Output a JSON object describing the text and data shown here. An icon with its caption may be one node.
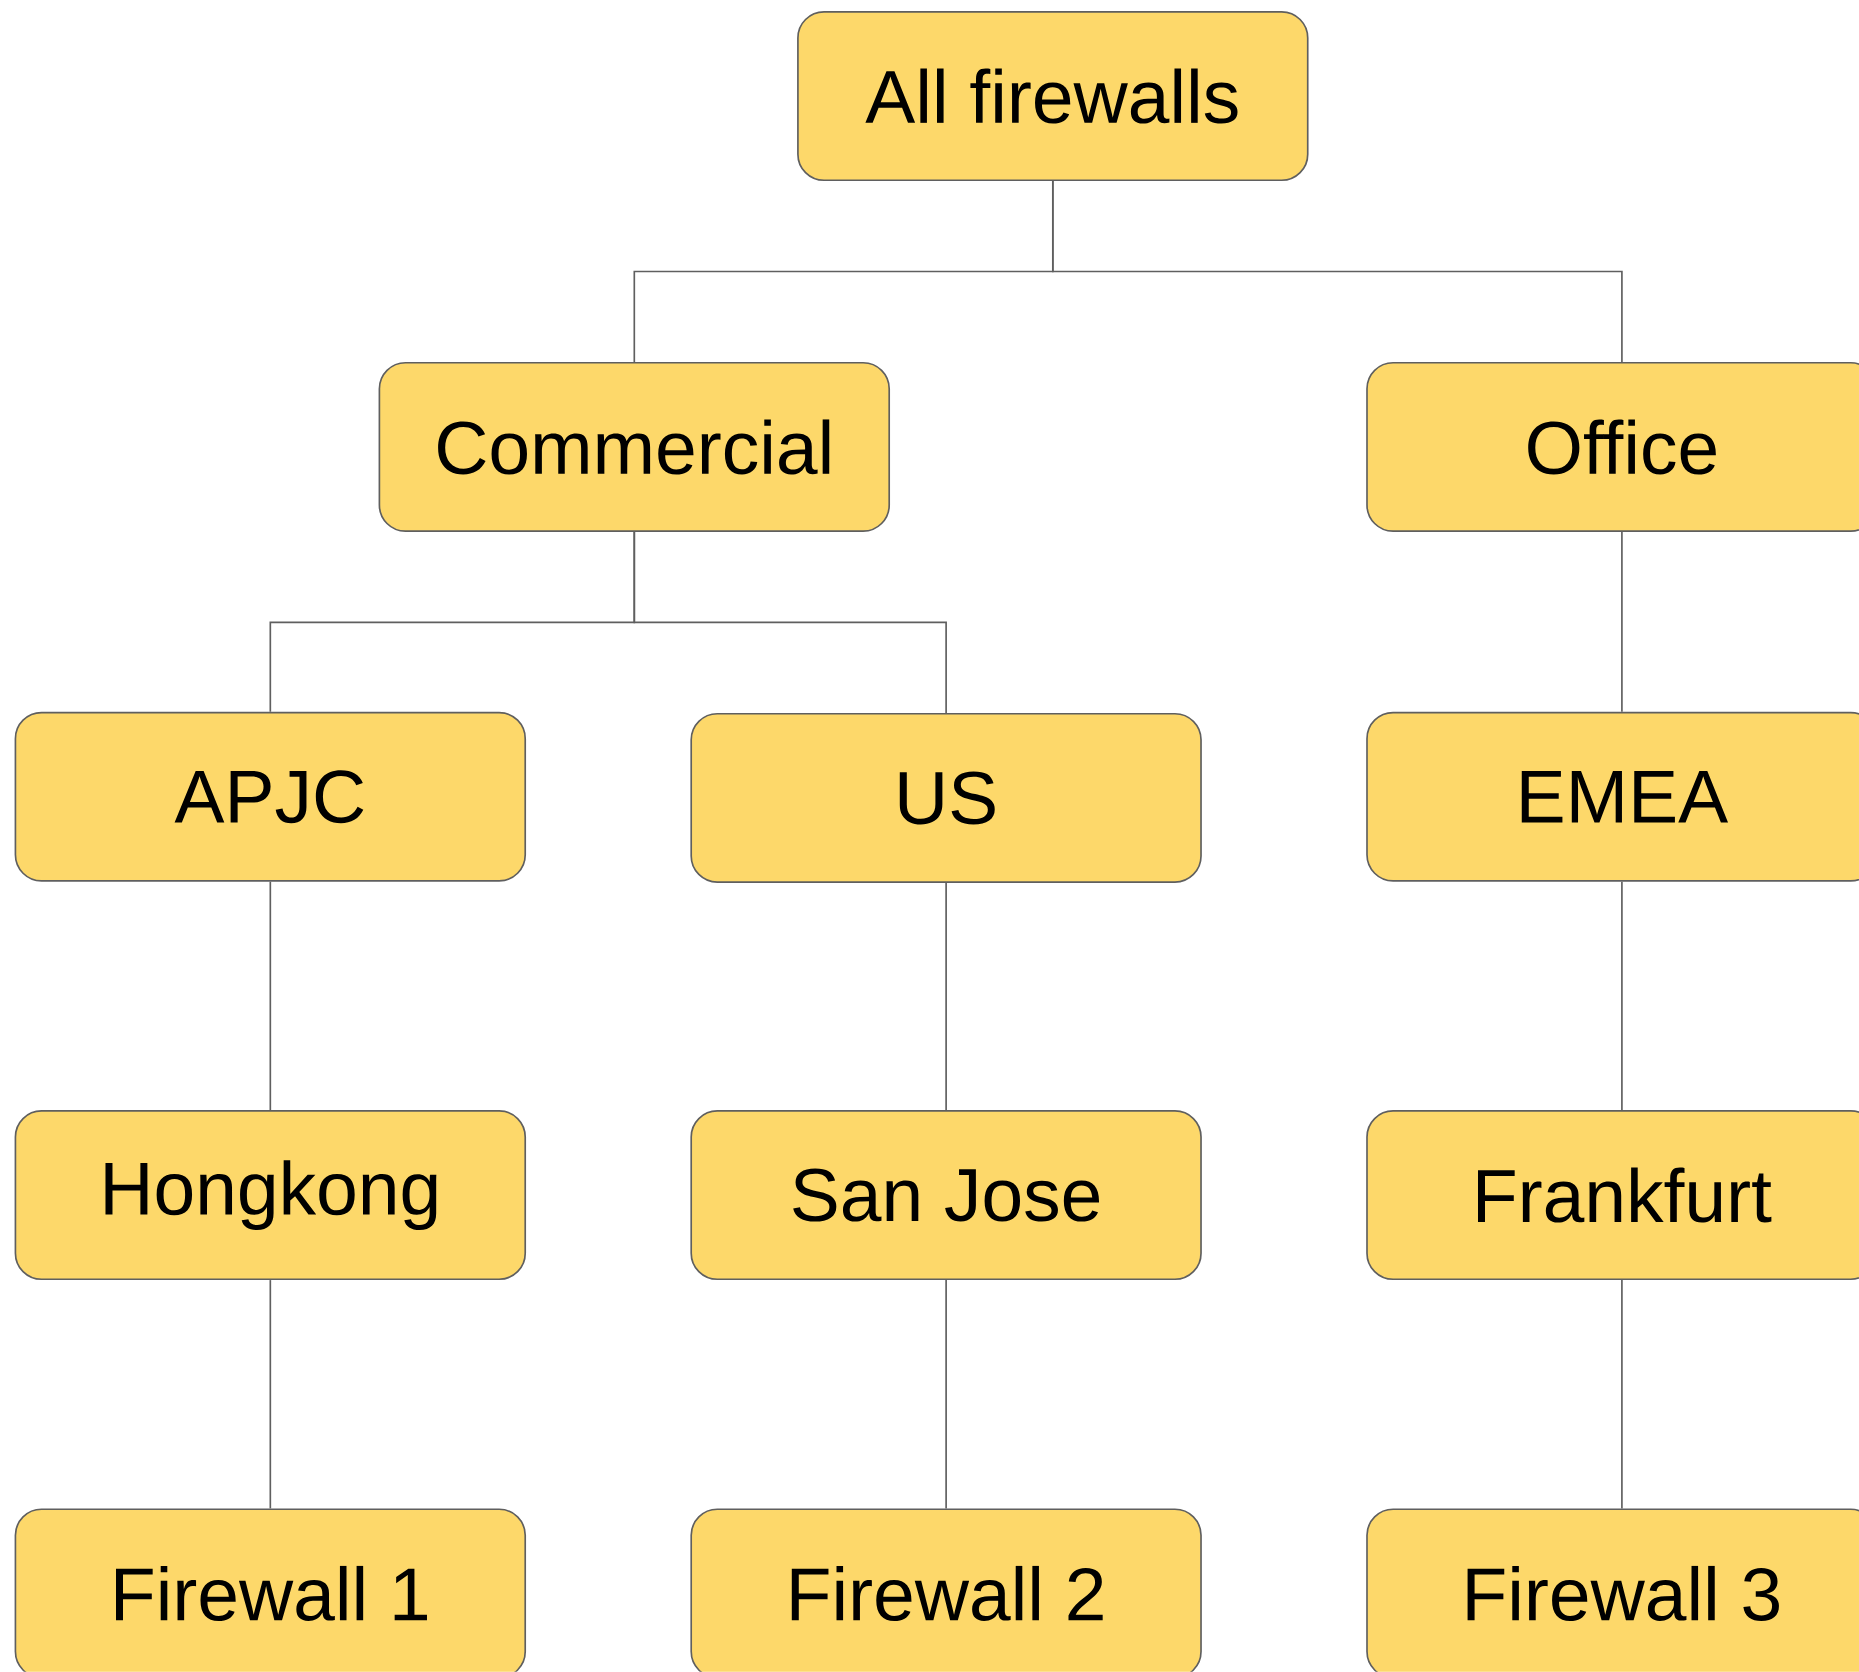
{
  "diagram": {
    "nodes": [
      {
        "text": [
          "All firewalls"
        ]
      },
      {
        "text": [
          "Commercial"
        ]
      },
      {
        "text": [
          "Office"
        ]
      },
      {
        "text": [
          "APJC"
        ]
      },
      {
        "text": [
          "US"
        ]
      },
      {
        "text": [
          "EMEA"
        ]
      },
      {
        "text": [
          "Hongkong"
        ]
      },
      {
        "text": [
          "San Jose"
        ]
      },
      {
        "text": [
          "Frankfurt"
        ]
      },
      {
        "text": [
          "Firewall 1"
        ]
      },
      {
        "text": [
          "Firewall 2"
        ]
      },
      {
        "text": [
          "Firewall 3"
        ]
      }
    ],
    "edges": [
      {
        "from": 0,
        "to": 1,
        "arrow": "none"
      },
      {
        "from": 0,
        "to": 2,
        "arrow": "none"
      },
      {
        "from": 1,
        "to": 3,
        "arrow": "none"
      },
      {
        "from": 1,
        "to": 4,
        "arrow": "none"
      },
      {
        "from": 2,
        "to": 5,
        "arrow": "none"
      },
      {
        "from": 3,
        "to": 6,
        "arrow": "none"
      },
      {
        "from": 4,
        "to": 7,
        "arrow": "none"
      },
      {
        "from": 5,
        "to": 8,
        "arrow": "none"
      },
      {
        "from": 6,
        "to": 9,
        "arrow": "none"
      },
      {
        "from": 7,
        "to": 10,
        "arrow": "none"
      },
      {
        "from": 8,
        "to": 11,
        "arrow": "none"
      }
    ]
  }
}
